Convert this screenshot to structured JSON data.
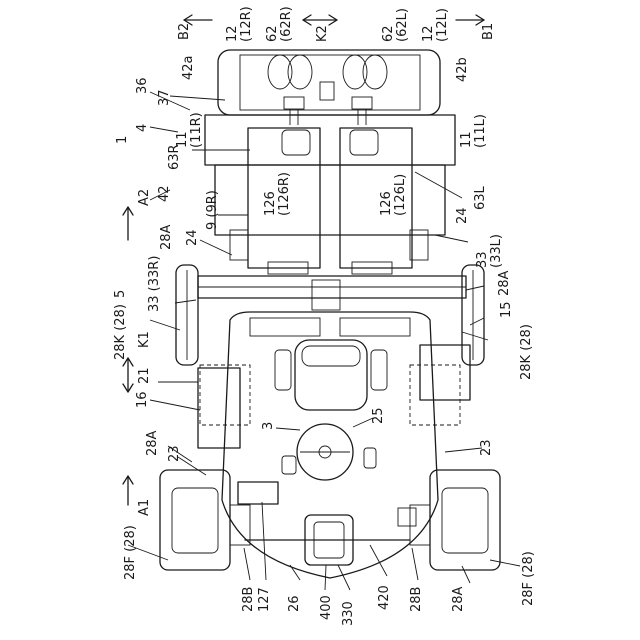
{
  "labels": {
    "b2": "B2",
    "b1": "B1",
    "k2": "K2",
    "k1": "K1",
    "a2": "A2",
    "a1": "A1",
    "n12r": "12\n(12R)",
    "n62r": "62\n(62R)",
    "n62l": "62\n(62L)",
    "n12l": "12\n(12L)",
    "n42a": "42a",
    "n42b": "42b",
    "n36": "36",
    "n37": "37",
    "n4": "4",
    "n11r": "11\n(11R)",
    "n11l": "11\n(11L)",
    "n1": "1",
    "n63r": "63R",
    "n63l": "63L",
    "n42": "42",
    "n9": "9 (9R)",
    "n126r": "126\n(126R)",
    "n126l": "126\n(126L)",
    "n24a": "24",
    "n24b": "24",
    "n28a_top": "28A",
    "n33_33r": "33 (33R)",
    "n33_33l": "33\n(33L)",
    "n5": "5",
    "n28a_right": "28A",
    "n28k_left": "28K (28)",
    "n15": "15",
    "n28k_right": "28K (28)",
    "n21": "21",
    "n16": "16",
    "n3": "3",
    "n25": "25",
    "n28a_bl": "28A",
    "n23a": "23",
    "n23b": "23",
    "n28f_left": "28F (28)",
    "n28f_right": "28F (28)",
    "n28b_left": "28B",
    "n127": "127",
    "n26": "26",
    "n400": "400",
    "n330": "330",
    "n420": "420",
    "n28b_right": "28B",
    "n28a_br": "28A"
  }
}
